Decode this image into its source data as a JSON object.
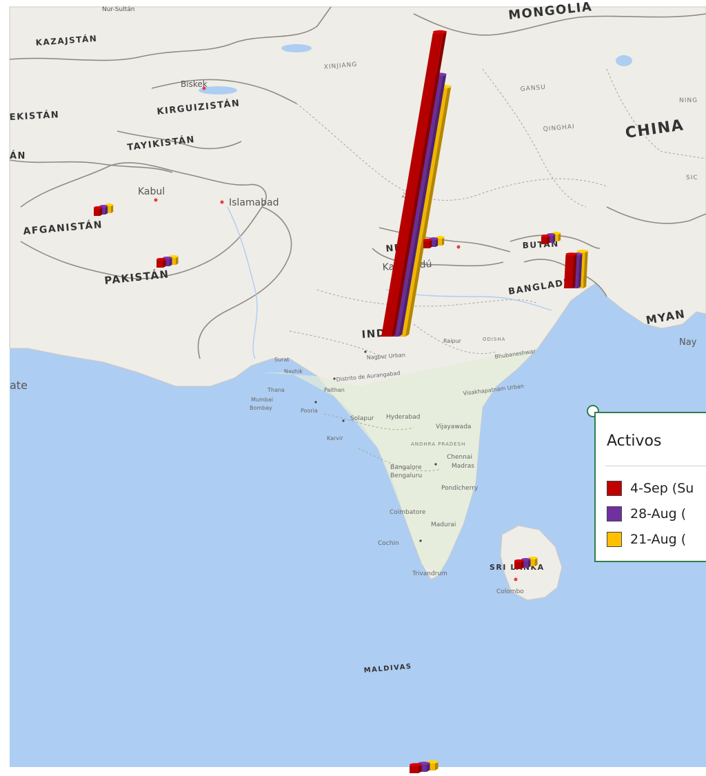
{
  "legend": {
    "title": "Activos",
    "items": [
      {
        "label": "4-Sep (Su",
        "color": "#c00000"
      },
      {
        "label": "28-Aug (",
        "color": "#7030a0"
      },
      {
        "label": "21-Aug (",
        "color": "#ffc000"
      }
    ]
  },
  "map": {
    "countries": {
      "kazakhstan": "KAZAJSTÁN",
      "kyrgyzstan": "KIRGUIZISTÁN",
      "uzbekistan": "EKISTÁN",
      "turkmenistan": "ÁN",
      "tajikistan": "TAYIKISTÁN",
      "afghanistan": "AFGANISTÁN",
      "pakistan": "PAKISTÁN",
      "india": "INDIA",
      "nepal": "NEPAL",
      "bhutan": "BUTÁN",
      "bangladesh": "BANGLADESH",
      "china": "CHINA",
      "mongolia": "MONGOLIA",
      "myanmar": "MYAN",
      "sri_lanka": "SRI LANKA",
      "maldives": "MALDIVAS"
    },
    "regions": {
      "xinjiang": "XINJIANG",
      "gansu": "GANSU",
      "qinghai": "QINGHAI",
      "ningxia": "NING",
      "sichuan": "SIC",
      "andhra": "ANDHRA PRADESH",
      "odisha": "ODISHA",
      "tibet": "TÍBET"
    },
    "cities": {
      "nur_sultan": "Nur-Sultán",
      "biskek": "Biskek",
      "kabul": "Kabul",
      "islamabad": "Islamabad",
      "kathmandu": "Katmandú",
      "surat": "Surat",
      "nashik": "Nashik",
      "thana": "Thana",
      "mumbai": "Mumbai",
      "bombay": "Bombay",
      "nagpur": "Nagpur Urban",
      "aurangabad": "Distrito de Aurangabad",
      "paithan": "Paithan",
      "raipur": "Raipur",
      "bhubaneshwar": "Bhubaneshwar",
      "visakhapatnam": "Visakhapatnam Urban",
      "pooria": "Pooria",
      "solapur": "Solapur",
      "hyderabad": "Hyderabad",
      "vijayawada": "Vijayawada",
      "karvir": "Karvir",
      "bangalore": "Bangalore",
      "bengaluru": "Bengaluru",
      "chennai": "Chennai",
      "madras": "Madras",
      "pondicherry": "Pondicherry",
      "coimbatore": "Coimbatore",
      "madurai": "Madurai",
      "cochin": "Cochin",
      "trivandrum": "Trivandrum",
      "colombo": "Colombo",
      "naypyidaw": "Nay",
      "ate": "ate"
    }
  },
  "bars": [
    {
      "name": "india",
      "values": [
        1.0,
        0.86,
        0.82
      ]
    },
    {
      "name": "bangladesh",
      "values": [
        0.11,
        0.11,
        0.12
      ]
    },
    {
      "name": "nepal",
      "values": [
        0.02,
        0.02,
        0.02
      ]
    },
    {
      "name": "bhutan",
      "values": [
        0.01,
        0.01,
        0.01
      ]
    },
    {
      "name": "afghanistan",
      "values": [
        0.02,
        0.02,
        0.02
      ]
    },
    {
      "name": "pakistan",
      "values": [
        0.02,
        0.02,
        0.02
      ]
    },
    {
      "name": "sri_lanka",
      "values": [
        0.02,
        0.02,
        0.02
      ]
    },
    {
      "name": "maldives",
      "values": [
        0.02,
        0.02,
        0.02
      ]
    }
  ]
}
